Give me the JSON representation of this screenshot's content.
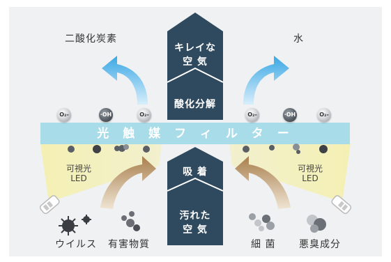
{
  "diagram": {
    "products": {
      "left": "二酸化炭素",
      "right": "水"
    },
    "center_top": {
      "line1": "キレイな",
      "line2": "空 気"
    },
    "reaction": "酸化分解",
    "filter_label": "光 触 媒 フ ィ ル タ ー",
    "adsorption": "吸 着",
    "center_bottom": {
      "line1": "汚れた",
      "line2": "空 気"
    },
    "light_left": {
      "line1": "可視光",
      "line2": "LED"
    },
    "light_right": {
      "line1": "可視光",
      "line2": "LED"
    },
    "pollutants": [
      {
        "label": "ウイルス"
      },
      {
        "label": "有害物質"
      },
      {
        "label": "細 菌"
      },
      {
        "label": "悪臭成分"
      }
    ],
    "molecules": [
      "O₂-",
      "·OH",
      "O₂-",
      "O₂-",
      "·OH",
      "O₂-"
    ],
    "colors": {
      "navy": "#2f4a5e",
      "filter": "#a9dce9",
      "arrow_blue": "#4fb0e6",
      "arrow_tan": "#b08a5a",
      "led_light": "#f3efaa"
    }
  }
}
